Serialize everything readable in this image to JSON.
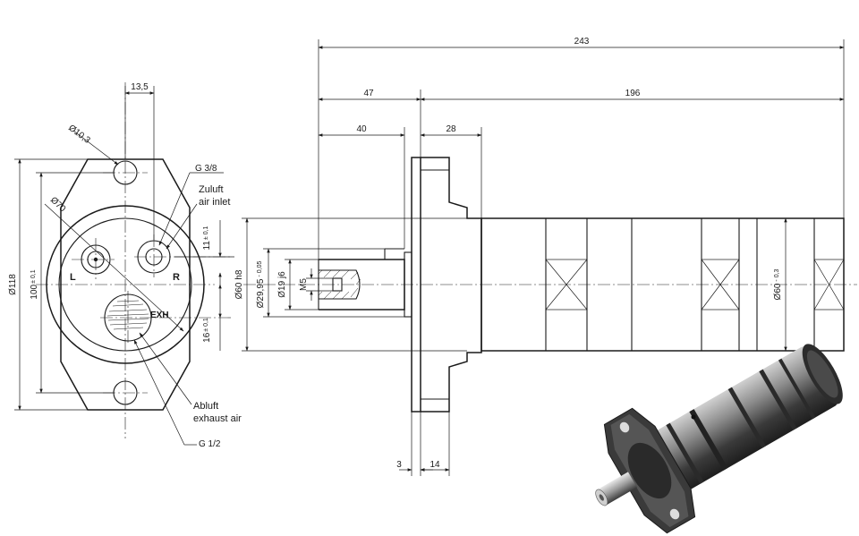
{
  "dimensions": {
    "d_13_5": "13,5",
    "d_243": "243",
    "d_47": "47",
    "d_196": "196",
    "d_40": "40",
    "d_28": "28",
    "d_10_3": "Ø10,3",
    "d_70": "Ø70",
    "d_118": "Ø118",
    "d_100": "100",
    "d_100_tol": "± 0,1",
    "d_11": "11",
    "d_11_tol": "± 0,1",
    "d_16": "16",
    "d_16_tol": "± 0,1",
    "d_60h8": "Ø60 h8",
    "d_29_95": "Ø29,95",
    "d_29_95_tol": "- 0,05",
    "d_19j6": "Ø19 j6",
    "d_m5": "M5",
    "d_60_03": "Ø60",
    "d_60_03_tol": "- 0,3",
    "d_3": "3",
    "d_14": "14"
  },
  "labels": {
    "g38": "G 3/8",
    "zuluft": "Zuluft",
    "air_inlet": "air inlet",
    "port_l": "L",
    "port_r": "R",
    "exh": "EXH",
    "abluft": "Abluft",
    "exhaust_air": "exhaust air",
    "g12": "G 1/2"
  },
  "colors": {
    "ink": "#1a1a1a",
    "body_dark": "#3a3a3a",
    "body_mid": "#8c8c8c",
    "body_light": "#d9d9d9"
  }
}
